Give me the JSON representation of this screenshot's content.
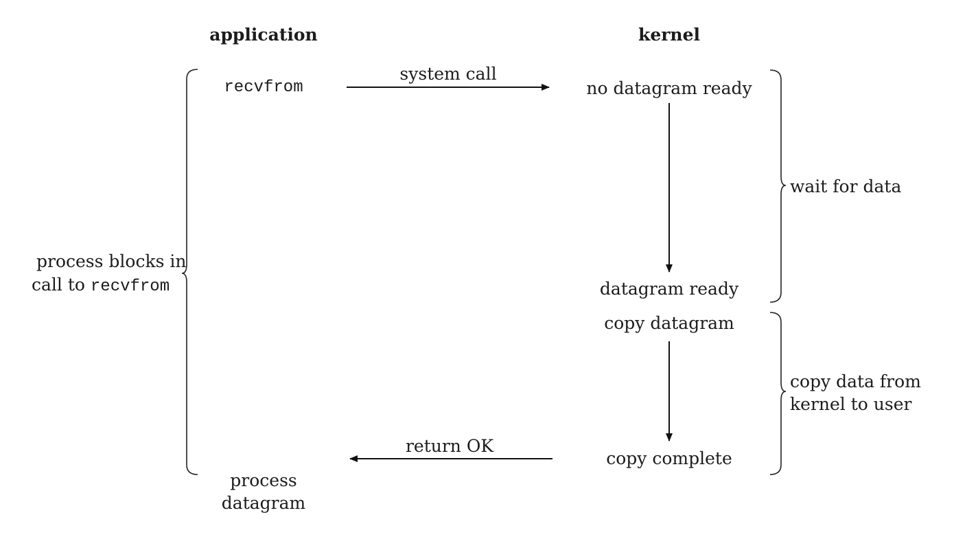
{
  "headers": {
    "application": "application",
    "kernel": "kernel"
  },
  "application": {
    "recvfrom": "recvfrom",
    "blocks_line1": "process blocks in",
    "blocks_line2_prefix": "call to ",
    "blocks_line2_code": "recvfrom",
    "process_line1": "process",
    "process_line2": "datagram"
  },
  "arrows": {
    "system_call": "system call",
    "return_ok": "return OK"
  },
  "kernel": {
    "no_datagram_ready": "no datagram ready",
    "datagram_ready": "datagram ready",
    "copy_datagram": "copy datagram",
    "copy_complete": "copy complete"
  },
  "phases": {
    "wait_for_data": "wait for data",
    "copy_line1": "copy data from",
    "copy_line2": "kernel to user"
  }
}
